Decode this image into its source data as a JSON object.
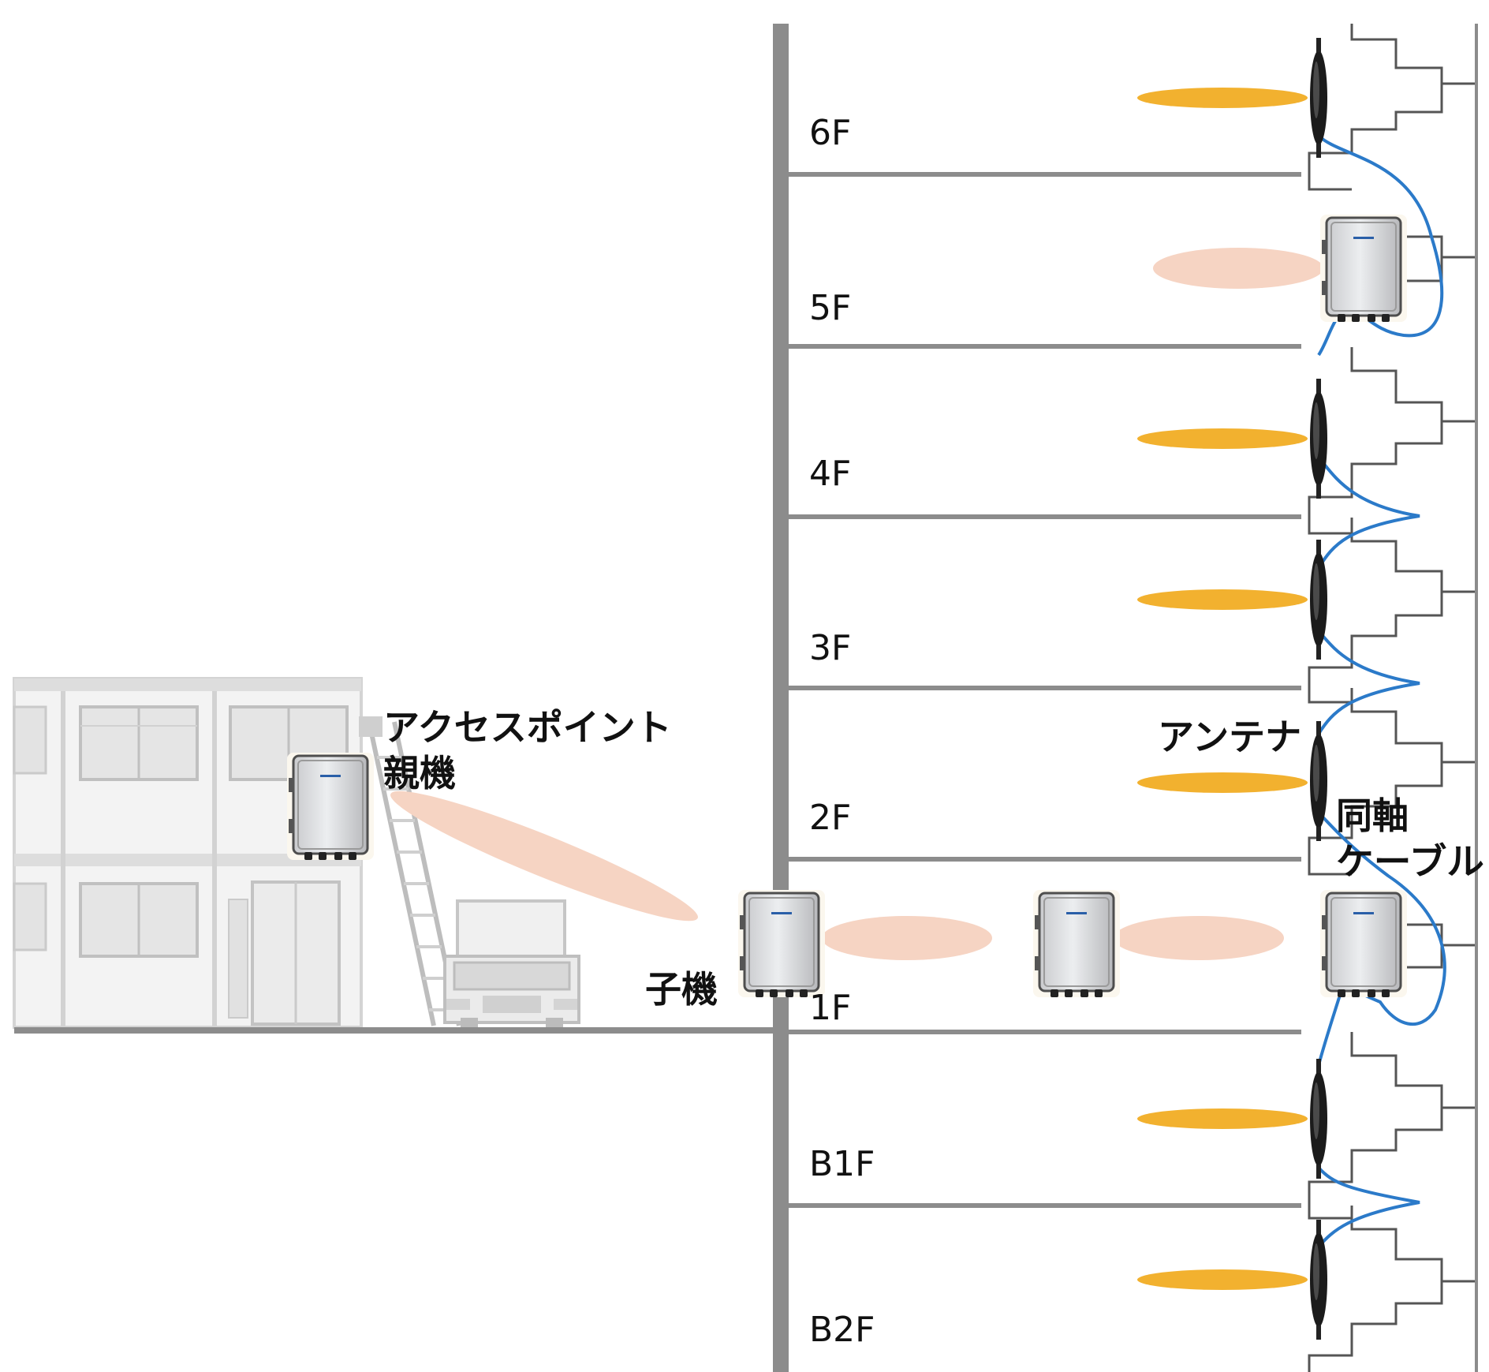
{
  "floors": [
    "6F",
    "5F",
    "4F",
    "3F",
    "2F",
    "1F",
    "B1F",
    "B2F"
  ],
  "labels": {
    "access_point": "アクセスポイント",
    "parent_unit": "親機",
    "child_unit": "子機",
    "antenna": "アンテナ",
    "coax_line1": "同軸",
    "coax_line2": "ケーブル"
  },
  "colors": {
    "wall": "#8c8c8c",
    "cable": "#2b7ac9",
    "antenna_beam": "#f2b12f",
    "ap_beam": "#f6d4c3",
    "ap_body": "#dcdde0",
    "building": "#dadada"
  },
  "icons": [
    "access-point-device-icon",
    "antenna-icon",
    "prefab-office-icon",
    "truck-icon",
    "stair-icon"
  ]
}
